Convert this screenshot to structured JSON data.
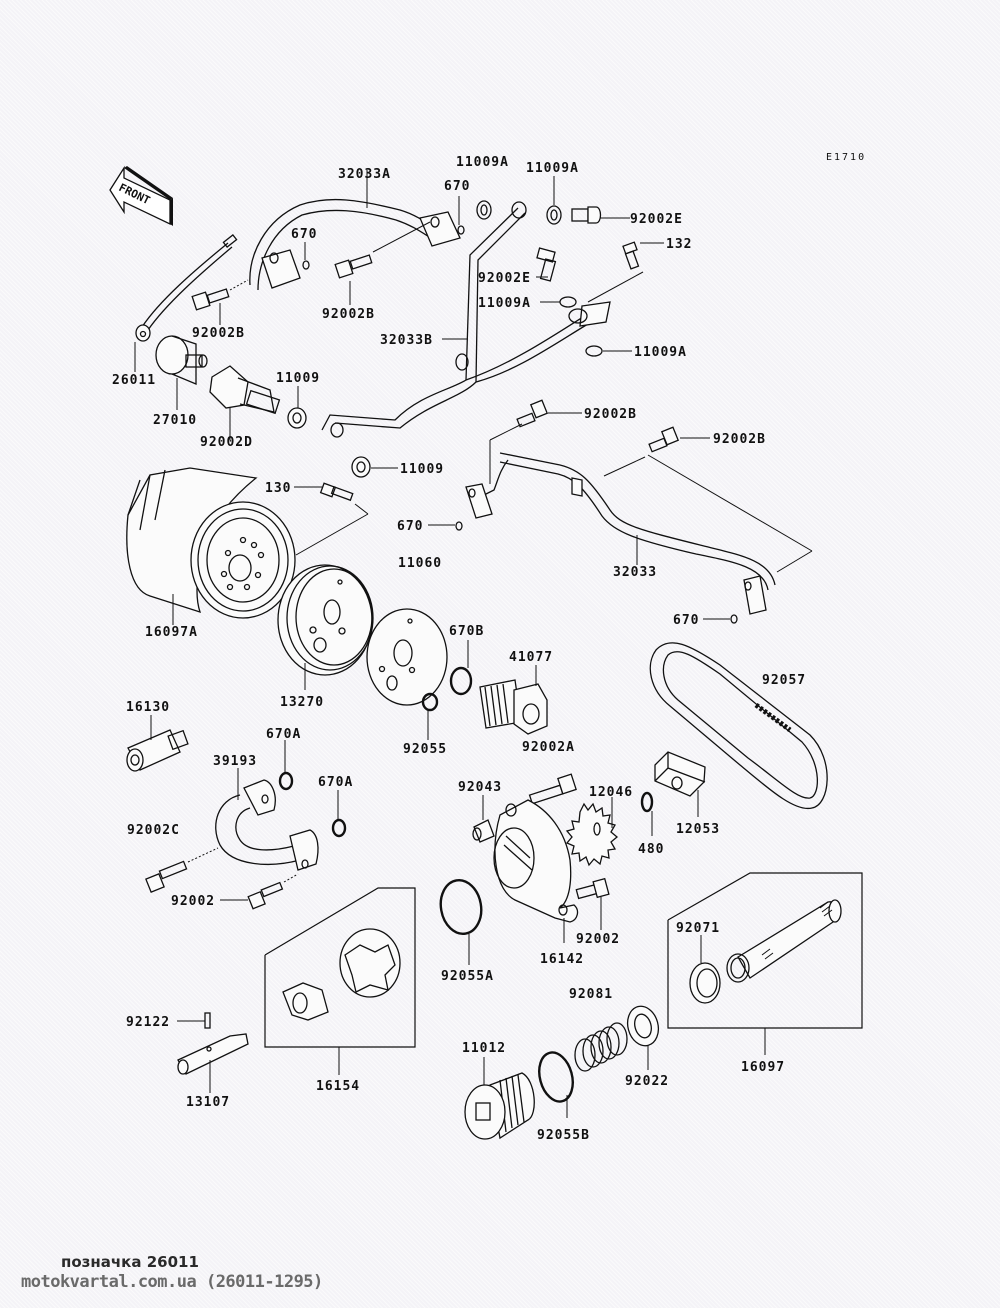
{
  "diagram": {
    "figure_code": "E1710",
    "direction_indicator": "FRONT",
    "colors": {
      "line": "#111111",
      "background": "#f4f3f7",
      "watermark": "#6a6a6a"
    },
    "labels": {
      "32033A": "32033A",
      "670_top_left": "670",
      "670_top_mid": "670",
      "11009A_top_1": "11009A",
      "11009A_top_2": "11009A",
      "92002E_right": "92002E",
      "132": "132",
      "92002E_mid": "92002E",
      "11009A_mid": "11009A",
      "11009A_lower": "11009A",
      "92002B_left": "92002B",
      "92002B_mid": "92002B",
      "32033B": "32033B",
      "26011": "26011",
      "27010": "27010",
      "92002D": "92002D",
      "11009_upper": "11009",
      "11009_lower": "11009",
      "92002B_pipe_1": "92002B",
      "92002B_pipe_2": "92002B",
      "130": "130",
      "670_pipe_left": "670",
      "11060": "11060",
      "32033": "32033",
      "670_pipe_right": "670",
      "16097A": "16097A",
      "13270": "13270",
      "670B": "670B",
      "41077": "41077",
      "92057": "92057",
      "92055": "92055",
      "92002A": "92002A",
      "16130": "16130",
      "670A_1": "670A",
      "39193": "39193",
      "670A_2": "670A",
      "92043": "92043",
      "12046": "12046",
      "12053": "12053",
      "480": "480",
      "92002C": "92002C",
      "92002_left": "92002",
      "92002_center": "92002",
      "16142": "16142",
      "92055A": "92055A",
      "92071": "92071",
      "92081": "92081",
      "92122": "92122",
      "16154": "16154",
      "11012": "11012",
      "92022": "92022",
      "16097": "16097",
      "13107": "13107",
      "92055B": "92055B"
    }
  },
  "footer": {
    "caption": "позначка 26011",
    "watermark": "motokvartal.com.ua (26011-1295)"
  }
}
